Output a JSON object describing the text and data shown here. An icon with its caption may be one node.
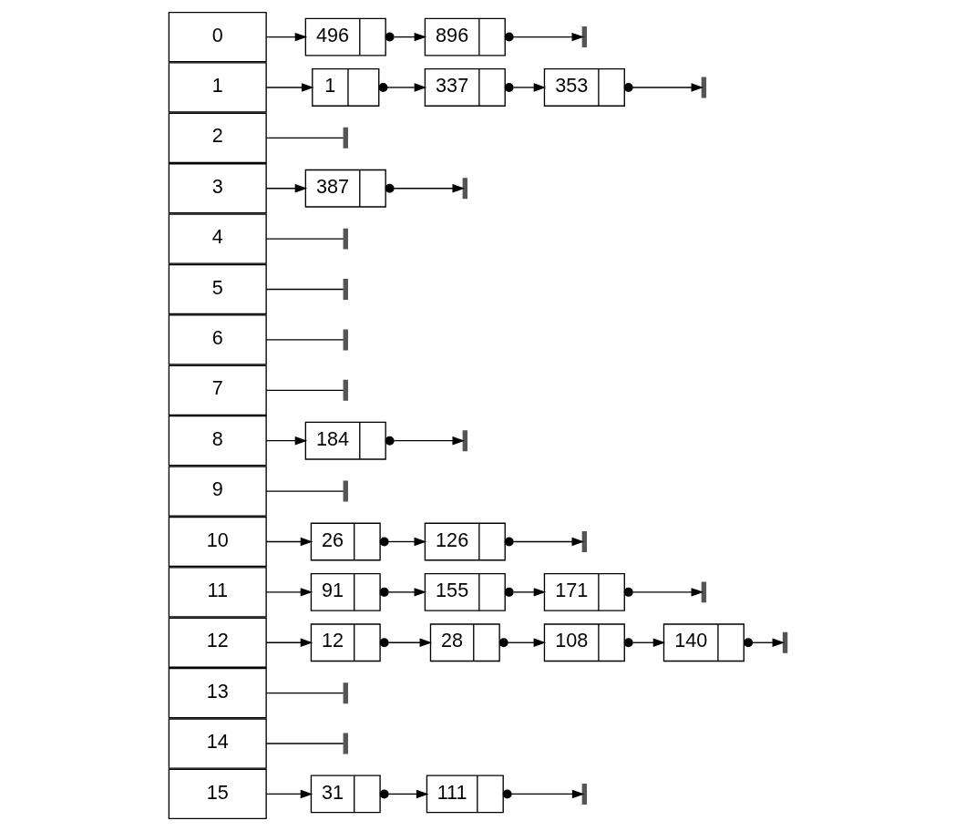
{
  "diagram": {
    "nodes": [
      {
        "text": [
          "0"
        ]
      },
      {
        "text": [
          "496"
        ]
      },
      {
        "text": [
          "896"
        ]
      },
      {
        "text": [],
        "shape": "bar"
      },
      {
        "text": [
          "1"
        ]
      },
      {
        "text": [
          "1"
        ]
      },
      {
        "text": [
          "337"
        ]
      },
      {
        "text": [
          "353"
        ]
      },
      {
        "text": [],
        "shape": "bar"
      },
      {
        "text": [
          "2"
        ]
      },
      {
        "text": [],
        "shape": "bar"
      },
      {
        "text": [
          "3"
        ]
      },
      {
        "text": [
          "387"
        ]
      },
      {
        "text": [],
        "shape": "bar"
      },
      {
        "text": [
          "4"
        ]
      },
      {
        "text": [],
        "shape": "bar"
      },
      {
        "text": [
          "5"
        ]
      },
      {
        "text": [],
        "shape": "bar"
      },
      {
        "text": [
          "6"
        ]
      },
      {
        "text": [],
        "shape": "bar"
      },
      {
        "text": [
          "7"
        ]
      },
      {
        "text": [],
        "shape": "bar"
      },
      {
        "text": [
          "8"
        ]
      },
      {
        "text": [
          "184"
        ]
      },
      {
        "text": [],
        "shape": "bar"
      },
      {
        "text": [
          "9"
        ]
      },
      {
        "text": [],
        "shape": "bar"
      },
      {
        "text": [
          "10"
        ]
      },
      {
        "text": [
          "26"
        ]
      },
      {
        "text": [
          "126"
        ]
      },
      {
        "text": [],
        "shape": "bar"
      },
      {
        "text": [
          "11"
        ]
      },
      {
        "text": [
          "91"
        ]
      },
      {
        "text": [
          "155"
        ]
      },
      {
        "text": [
          "171"
        ]
      },
      {
        "text": [],
        "shape": "bar"
      },
      {
        "text": [
          "12"
        ]
      },
      {
        "text": [
          "12"
        ]
      },
      {
        "text": [
          "28"
        ]
      },
      {
        "text": [
          "108"
        ]
      },
      {
        "text": [
          "140"
        ]
      },
      {
        "text": [],
        "shape": "bar"
      },
      {
        "text": [
          "13"
        ]
      },
      {
        "text": [],
        "shape": "bar"
      },
      {
        "text": [
          "14"
        ]
      },
      {
        "text": [],
        "shape": "bar"
      },
      {
        "text": [
          "15"
        ]
      },
      {
        "text": [
          "31"
        ]
      },
      {
        "text": [
          "111"
        ]
      },
      {
        "text": [],
        "shape": "bar"
      }
    ],
    "edges": [
      {
        "from": 0,
        "to": 1,
        "arrow": "to"
      },
      {
        "from": 1,
        "to": 2,
        "arrow": "to"
      },
      {
        "from": 2,
        "to": 3,
        "arrow": "to"
      },
      {
        "from": 4,
        "to": 5,
        "arrow": "to"
      },
      {
        "from": 5,
        "to": 6,
        "arrow": "to"
      },
      {
        "from": 6,
        "to": 7,
        "arrow": "to"
      },
      {
        "from": 7,
        "to": 8,
        "arrow": "to"
      },
      {
        "from": 9,
        "to": 10,
        "arrow": "none"
      },
      {
        "from": 11,
        "to": 12,
        "arrow": "to"
      },
      {
        "from": 12,
        "to": 13,
        "arrow": "to"
      },
      {
        "from": 14,
        "to": 15,
        "arrow": "none"
      },
      {
        "from": 16,
        "to": 17,
        "arrow": "none"
      },
      {
        "from": 18,
        "to": 19,
        "arrow": "none"
      },
      {
        "from": 20,
        "to": 21,
        "arrow": "none"
      },
      {
        "from": 22,
        "to": 23,
        "arrow": "to"
      },
      {
        "from": 23,
        "to": 24,
        "arrow": "to"
      },
      {
        "from": 25,
        "to": 26,
        "arrow": "none"
      },
      {
        "from": 27,
        "to": 28,
        "arrow": "to"
      },
      {
        "from": 28,
        "to": 29,
        "arrow": "to"
      },
      {
        "from": 29,
        "to": 30,
        "arrow": "to"
      },
      {
        "from": 31,
        "to": 32,
        "arrow": "to"
      },
      {
        "from": 32,
        "to": 33,
        "arrow": "to"
      },
      {
        "from": 33,
        "to": 34,
        "arrow": "to"
      },
      {
        "from": 34,
        "to": 35,
        "arrow": "to"
      },
      {
        "from": 36,
        "to": 37,
        "arrow": "to"
      },
      {
        "from": 37,
        "to": 38,
        "arrow": "to"
      },
      {
        "from": 38,
        "to": 39,
        "arrow": "to"
      },
      {
        "from": 39,
        "to": 40,
        "arrow": "to"
      },
      {
        "from": 40,
        "to": 41,
        "arrow": "to"
      },
      {
        "from": 42,
        "to": 43,
        "arrow": "none"
      },
      {
        "from": 44,
        "to": 45,
        "arrow": "none"
      },
      {
        "from": 46,
        "to": 47,
        "arrow": "to"
      },
      {
        "from": 47,
        "to": 48,
        "arrow": "to"
      },
      {
        "from": 48,
        "to": 49,
        "arrow": "to"
      }
    ]
  }
}
